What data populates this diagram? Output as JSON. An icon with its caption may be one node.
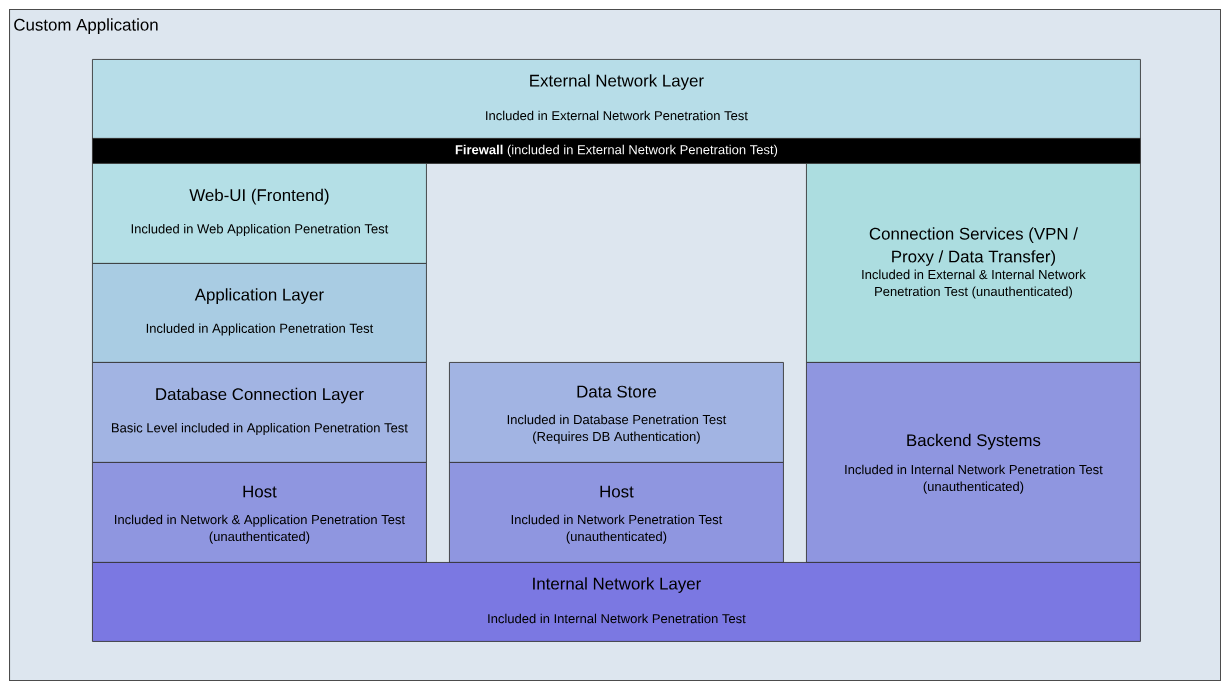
{
  "diagram": {
    "nodes": [
      {
        "text": [
          "Custom Application"
        ]
      },
      {
        "text": [
          "External Network Layer",
          "Included in External Network Penetration Test"
        ],
        "in": 0
      },
      {
        "text": [
          "**Firewall** (included in External Network Penetration Test)"
        ],
        "in": 0
      },
      {
        "text": [
          "Web-UI (Frontend)",
          "Included in Web Application Penetration Test"
        ],
        "in": 0
      },
      {
        "text": [
          "Application Layer",
          "Included in Application Penetration Test"
        ],
        "in": 0
      },
      {
        "text": [
          "Database Connection Layer",
          "Basic Level included in Application Penetration Test"
        ],
        "in": 0
      },
      {
        "text": [
          "Host",
          "Included in Network & Application Penetration Test (unauthenticated)"
        ],
        "in": 0
      },
      {
        "text": [
          "Data Store",
          "Included in Database Penetration Test (Requires DB Authentication)"
        ],
        "in": 0
      },
      {
        "text": [
          "Host",
          "Included in Network Penetration Test (unauthenticated)"
        ],
        "in": 0
      },
      {
        "text": [
          "Connection Services (VPN / Proxy / Data Transfer)",
          "Included in External & Internal Network Penetration Test (unauthenticated)"
        ],
        "in": 0
      },
      {
        "text": [
          "Backend Systems",
          "Included in Internal Network Penetration Test (unauthenticated)"
        ],
        "in": 0
      },
      {
        "text": [
          "Internal Network Layer",
          "Included in Internal Network Penetration Test"
        ],
        "in": 0
      }
    ]
  }
}
